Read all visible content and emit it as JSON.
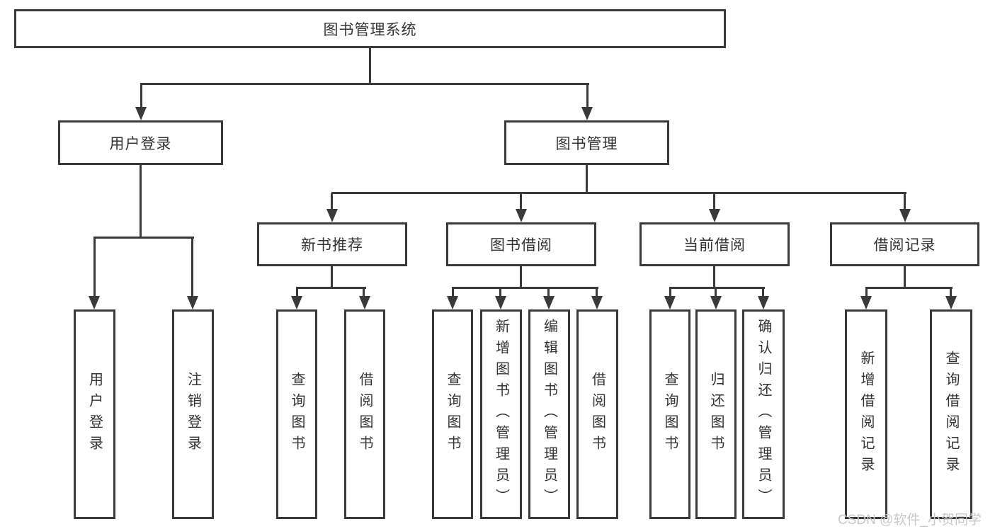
{
  "diagram_title": "图书管理系统",
  "tree": {
    "root": {
      "label": "图书管理系统"
    },
    "branches": [
      {
        "label": "用户登录",
        "children": [
          {
            "label": "用户登录"
          },
          {
            "label": "注销登录"
          }
        ]
      },
      {
        "label": "图书管理",
        "children": [
          {
            "label": "新书推荐",
            "children": [
              {
                "label": "查询图书"
              },
              {
                "label": "借阅图书"
              }
            ]
          },
          {
            "label": "图书借阅",
            "children": [
              {
                "label": "查询图书"
              },
              {
                "label": "新增图书（管理员）"
              },
              {
                "label": "编辑图书（管理员）"
              },
              {
                "label": "借阅图书"
              }
            ]
          },
          {
            "label": "当前借阅",
            "children": [
              {
                "label": "查询图书"
              },
              {
                "label": "归还图书"
              },
              {
                "label": "确认归还（管理员）"
              }
            ]
          },
          {
            "label": "借阅记录",
            "children": [
              {
                "label": "新增借阅记录"
              },
              {
                "label": "查询借阅记录"
              }
            ]
          }
        ]
      }
    ]
  },
  "watermark": "CSDN @软件_小贺同学",
  "colors": {
    "line": "#3a3a3a",
    "box_border": "#3a3a3a",
    "text": "#333333",
    "background": "#ffffff",
    "watermark": "#c9c9c9"
  }
}
